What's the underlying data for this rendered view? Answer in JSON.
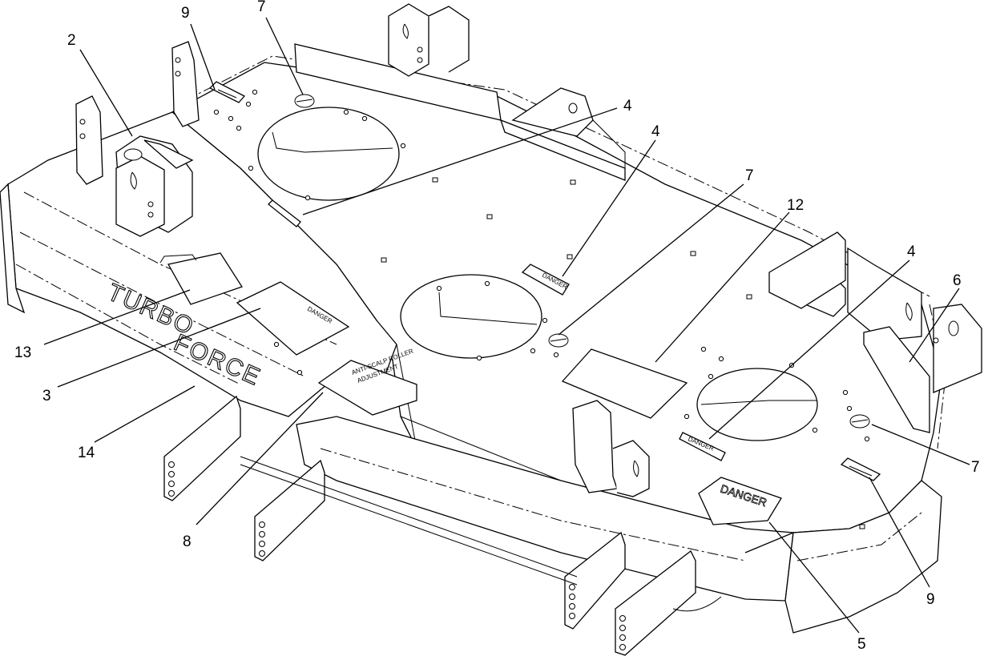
{
  "callouts": [
    {
      "id": "c2",
      "label": "2"
    },
    {
      "id": "c9a",
      "label": "9"
    },
    {
      "id": "c7a",
      "label": "7"
    },
    {
      "id": "c4a",
      "label": "4"
    },
    {
      "id": "c4b",
      "label": "4"
    },
    {
      "id": "c7b",
      "label": "7"
    },
    {
      "id": "c12",
      "label": "12"
    },
    {
      "id": "c4c",
      "label": "4"
    },
    {
      "id": "c6",
      "label": "6"
    },
    {
      "id": "c7c",
      "label": "7"
    },
    {
      "id": "c9b",
      "label": "9"
    },
    {
      "id": "c5",
      "label": "5"
    },
    {
      "id": "c8",
      "label": "8"
    },
    {
      "id": "c14",
      "label": "14"
    },
    {
      "id": "c3",
      "label": "3"
    },
    {
      "id": "c13",
      "label": "13"
    }
  ],
  "decals": {
    "danger_small_1": "DANGER",
    "danger_small_2": "DANGER",
    "danger_small_3": "DANGER",
    "danger_large": "DANGER",
    "anti_scalp_line1": "ANTI-SCALP ROLLER",
    "anti_scalp_line2": "ADJUSTMENT",
    "brand_word_1": "TURBO",
    "brand_word_2": "FORCE"
  }
}
